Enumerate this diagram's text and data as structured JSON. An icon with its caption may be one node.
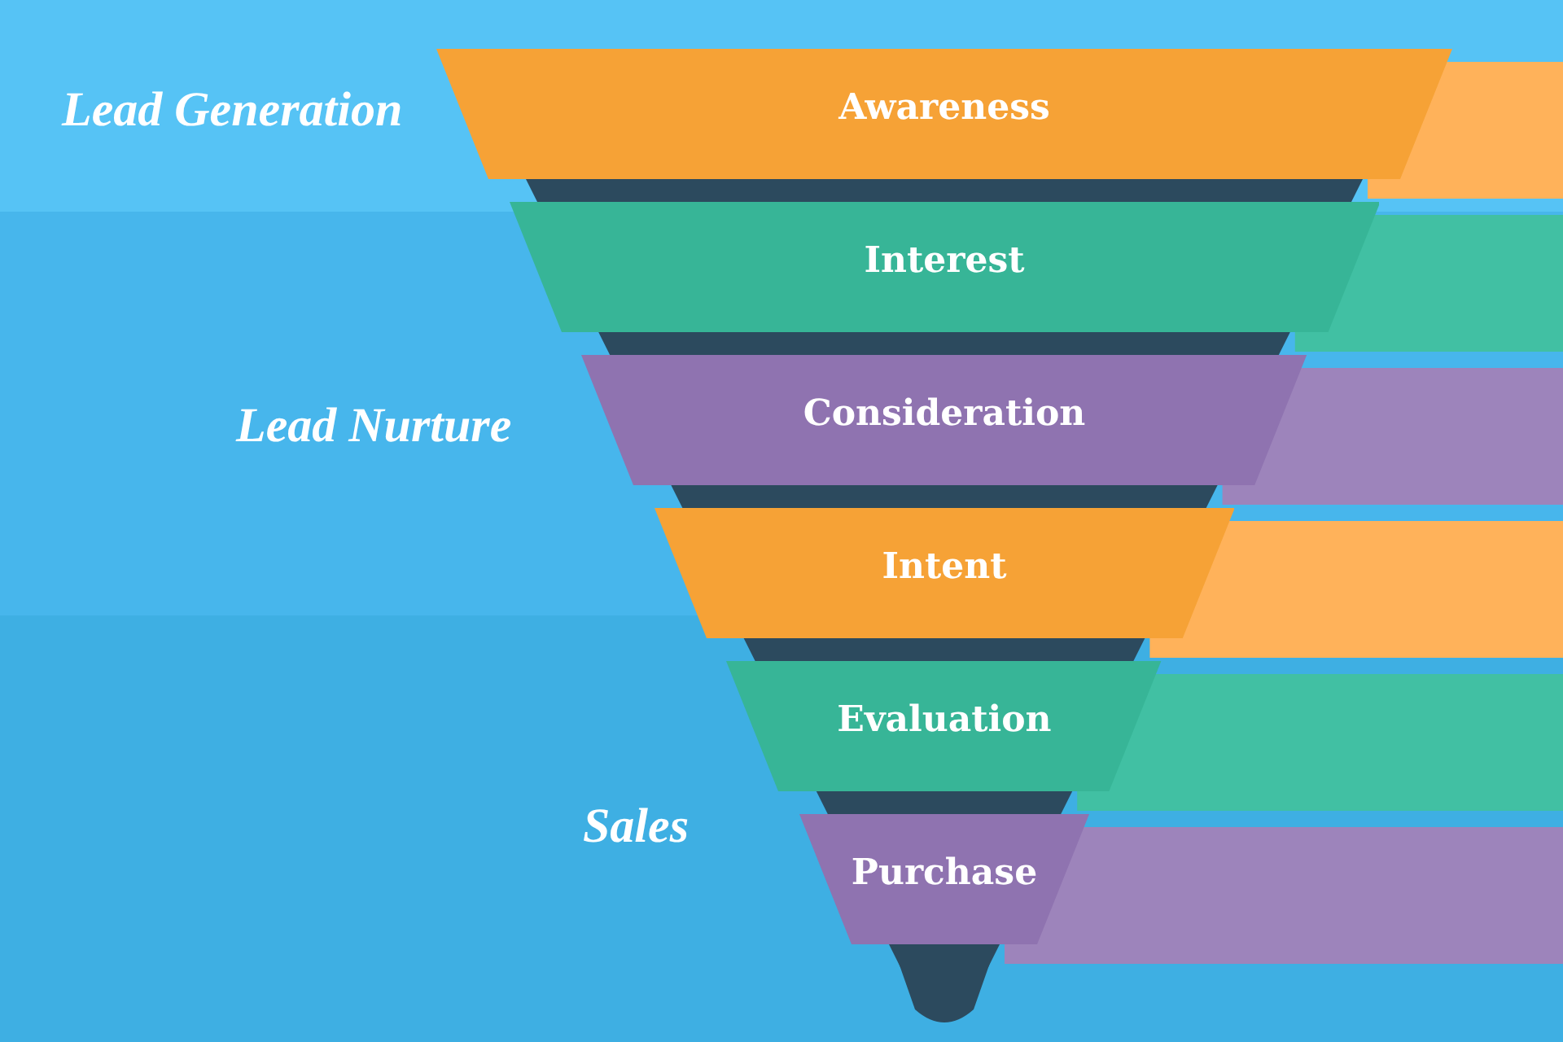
{
  "diagram": {
    "nodes": [
      {
        "text": [
          "Awareness"
        ]
      },
      {
        "text": [
          "Interest"
        ]
      },
      {
        "text": [
          "Consideration"
        ]
      },
      {
        "text": [
          "Intent"
        ]
      },
      {
        "text": [
          "Evaluation"
        ]
      },
      {
        "text": [
          "Purchase"
        ]
      }
    ],
    "edges": [],
    "labels": [
      "Lead Generation",
      "Lead Nurture",
      "Sales"
    ]
  }
}
